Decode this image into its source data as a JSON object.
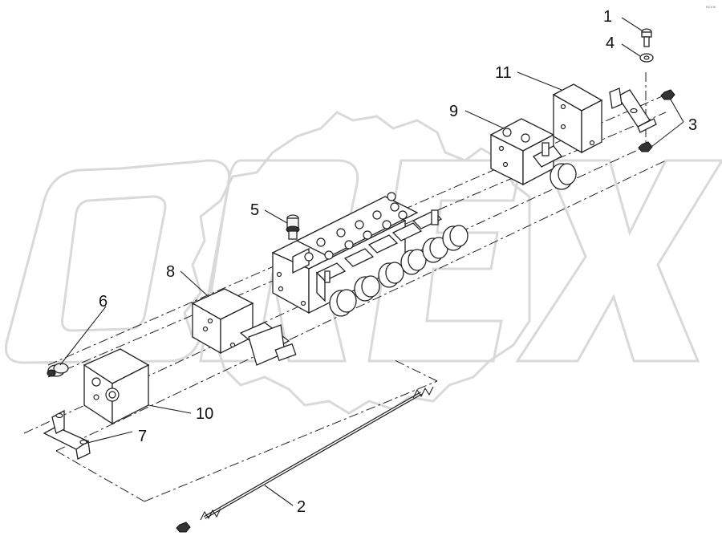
{
  "diagram": {
    "corner_mark": "ᴮ²¹⁰⁶",
    "watermark_text": "OREX",
    "callouts": [
      {
        "id": "1",
        "label": "1"
      },
      {
        "id": "2",
        "label": "2"
      },
      {
        "id": "3",
        "label": "3"
      },
      {
        "id": "4",
        "label": "4"
      },
      {
        "id": "5",
        "label": "5"
      },
      {
        "id": "6",
        "label": "6"
      },
      {
        "id": "7",
        "label": "7"
      },
      {
        "id": "8",
        "label": "8"
      },
      {
        "id": "9",
        "label": "9"
      },
      {
        "id": "10",
        "label": "10"
      },
      {
        "id": "11",
        "label": "11"
      }
    ]
  }
}
